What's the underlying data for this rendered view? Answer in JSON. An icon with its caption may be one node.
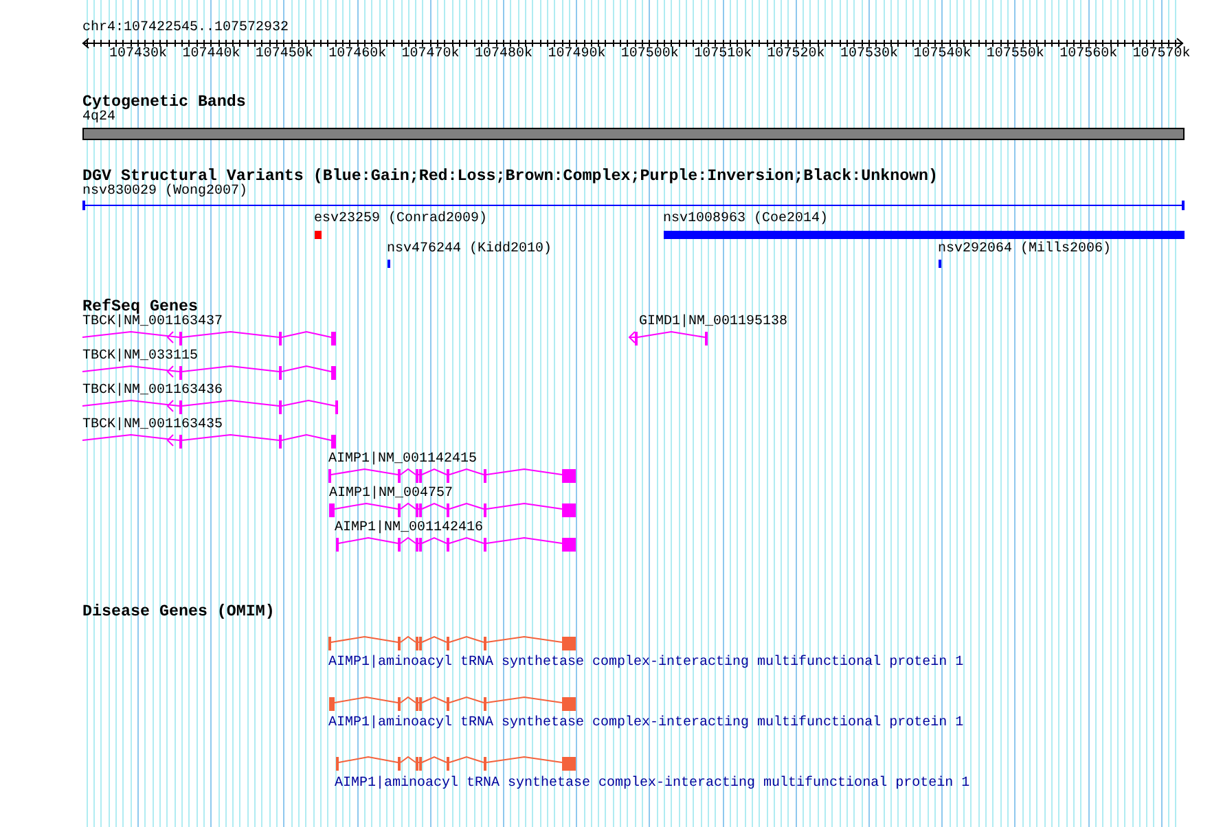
{
  "diagram": {
    "labels": [
      "chr4:107422545..107572932",
      "107430k",
      "107440k",
      "107450k",
      "107460k",
      "107470k",
      "107480k",
      "107490k",
      "107500k",
      "107510k",
      "107520k",
      "107530k",
      "107540k",
      "107550k",
      "107560k",
      "107570k",
      "Cytogenetic Bands",
      "4q24",
      "DGV Structural Variants (Blue:Gain;Red:Loss;Brown:Complex;Purple:Inversion;Black:Unknown)",
      "nsv830029 (Wong2007)",
      "esv23259 (Conrad2009)",
      "nsv1008963 (Coe2014)",
      "nsv476244 (Kidd2010)",
      "nsv292064 (Mills2006)",
      "RefSeq Genes",
      "TBCK|NM_001163437",
      "GIMD1|NM_001195138",
      "TBCK|NM_033115",
      "TBCK|NM_001163436",
      "TBCK|NM_001163435",
      "AIMP1|NM_001142415",
      "AIMP1|NM_004757",
      "AIMP1|NM_001142416",
      "Disease Genes (OMIM)",
      "AIMP1|aminoacyl tRNA synthetase complex-interacting multifunctional protein 1",
      "AIMP1|aminoacyl tRNA synthetase complex-interacting multifunctional protein 1",
      "AIMP1|aminoacyl tRNA synthetase complex-interacting multifunctional protein 1"
    ]
  }
}
